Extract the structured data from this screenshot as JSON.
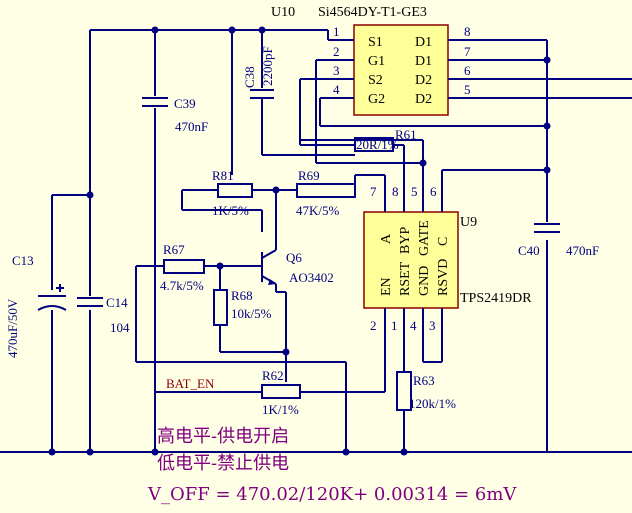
{
  "u10": {
    "ref": "U10",
    "part": "Si4564DY-T1-GE3",
    "left_pins": [
      "1",
      "2",
      "3",
      "4"
    ],
    "left_names": [
      "S1",
      "G1",
      "S2",
      "G2"
    ],
    "right_pins": [
      "8",
      "7",
      "6",
      "5"
    ],
    "right_names": [
      "D1",
      "D1",
      "D2",
      "D2"
    ]
  },
  "u9": {
    "ref": "U9",
    "part": "TPS2419DR",
    "top_pins": [
      "7",
      "8",
      "5",
      "6"
    ],
    "bottom_pins": [
      "2",
      "1",
      "4",
      "3"
    ],
    "col_names": [
      "EN\nA",
      "RSET\nBYP",
      "GND\nGATE",
      "RSVD\nC"
    ]
  },
  "components": {
    "c38": {
      "ref": "C38",
      "value": "2200pF"
    },
    "c39": {
      "ref": "C39",
      "value": "470nF"
    },
    "c13": {
      "ref": "C13",
      "value": "470uF/50V"
    },
    "c14": {
      "ref": "C14",
      "value": "104"
    },
    "c40": {
      "ref": "C40",
      "value": "470nF"
    },
    "r61": {
      "ref": "R61",
      "value": "20R/1%"
    },
    "r81": {
      "ref": "R81",
      "value": "1K/5%"
    },
    "r69": {
      "ref": "R69",
      "value": "47K/5%"
    },
    "r67": {
      "ref": "R67",
      "value": "4.7k/5%"
    },
    "r68": {
      "ref": "R68",
      "value": "10k/5%"
    },
    "r62": {
      "ref": "R62",
      "value": "1K/1%"
    },
    "r63": {
      "ref": "R63",
      "value": "120k/1%"
    },
    "q6": {
      "ref": "Q6",
      "value": "AO3402"
    }
  },
  "net_label": "BAT_EN",
  "notes": [
    "高电平-供电开启",
    "低电平-禁止供电",
    "V_OFF = 470.02/120K+ 0.00314 = 6mV"
  ]
}
